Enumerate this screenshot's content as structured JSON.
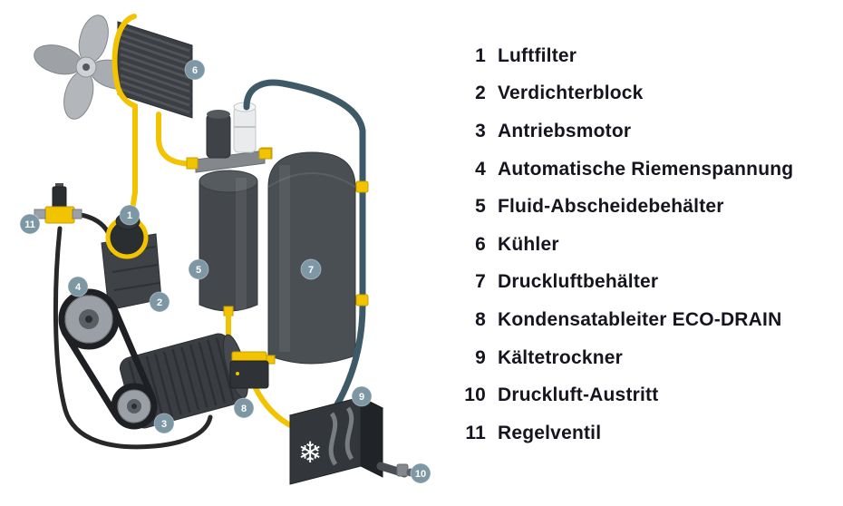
{
  "legend": {
    "items": [
      {
        "num": "1",
        "label": "Luftfilter"
      },
      {
        "num": "2",
        "label": "Verdichterblock"
      },
      {
        "num": "3",
        "label": "Antriebsmotor"
      },
      {
        "num": "4",
        "label": "Automatische Riemenspannung"
      },
      {
        "num": "5",
        "label": "Fluid-Abscheidebehälter"
      },
      {
        "num": "6",
        "label": "Kühler"
      },
      {
        "num": "7",
        "label": "Druckluftbehälter"
      },
      {
        "num": "8",
        "label": "Kondensatableiter ECO-DRAIN"
      },
      {
        "num": "9",
        "label": "Kältetrockner"
      },
      {
        "num": "10",
        "label": "Druckluft-Austritt"
      },
      {
        "num": "11",
        "label": "Regelventil"
      }
    ]
  },
  "diagram": {
    "snowflake_icon": "❄",
    "colors": {
      "accent_yellow": "#F2C300",
      "pipe_teal": "#3D5A66",
      "component_dark": "#4A4E53",
      "badge_blue": "#7D97A4",
      "hose_black": "#26282A",
      "text_dark": "#15151F"
    }
  }
}
